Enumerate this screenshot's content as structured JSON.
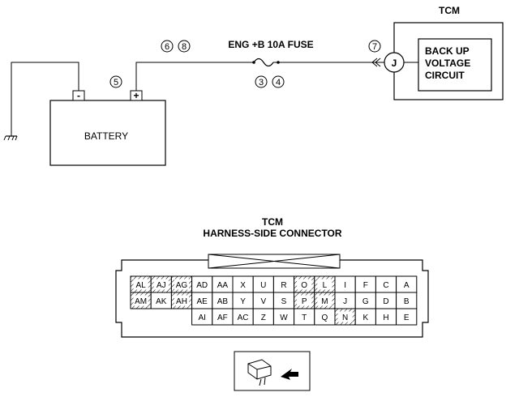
{
  "labels": {
    "tcm": "TCM",
    "battery": "BATTERY",
    "fuse": "ENG +B 10A FUSE",
    "circuit_line1": "BACK UP",
    "circuit_line2": "VOLTAGE",
    "circuit_line3": "CIRCUIT",
    "terminal": "J",
    "neg": "-",
    "pos": "+",
    "connector_title": "TCM",
    "connector_subtitle": "HARNESS-SIDE CONNECTOR"
  },
  "callouts": {
    "six": "6",
    "eight": "8",
    "five": "5",
    "three": "3",
    "four": "4",
    "seven": "7"
  },
  "connector": {
    "rows": [
      [
        "AL",
        "AJ",
        "AG",
        "AD",
        "AA",
        "X",
        "U",
        "R",
        "O",
        "L",
        "I",
        "F",
        "C",
        "A"
      ],
      [
        "AM",
        "AK",
        "AH",
        "AE",
        "AB",
        "Y",
        "V",
        "S",
        "P",
        "M",
        "J",
        "G",
        "D",
        "B"
      ],
      [
        "AI",
        "AF",
        "AC",
        "Z",
        "W",
        "T",
        "Q",
        "N",
        "K",
        "H",
        "E"
      ]
    ],
    "hatched": [
      "AL",
      "AJ",
      "AG",
      "AM",
      "AH",
      "O",
      "L",
      "P",
      "M",
      "N"
    ]
  }
}
